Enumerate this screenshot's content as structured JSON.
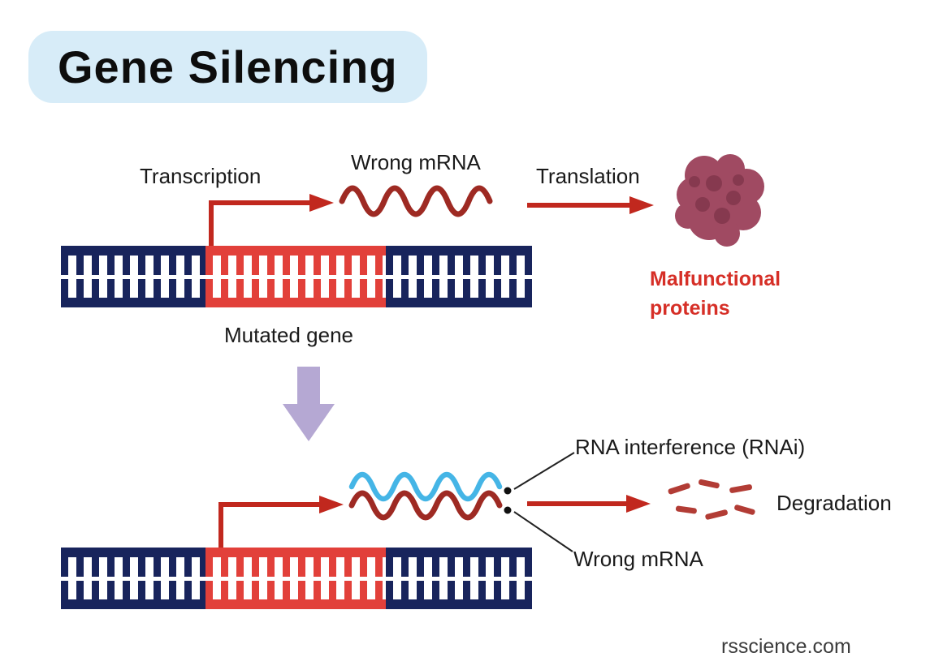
{
  "title": "Gene Silencing",
  "top_pathway": {
    "transcription": "Transcription",
    "wrong_mrna": "Wrong mRNA",
    "translation": "Translation",
    "malfunctional_proteins": "Malfunctional proteins",
    "mutated_gene": "Mutated gene"
  },
  "silencing_pathway": {
    "rna_interference": "RNA interference (RNAi)",
    "wrong_mrna": "Wrong mRNA",
    "degradation": "Degradation"
  },
  "watermark": "rsscience.com",
  "colors": {
    "title-bg": "#d7ecf8",
    "dna-navy": "#18245c",
    "gene-red": "#e2403a",
    "arrow-red": "#c1281e",
    "mrna-red": "#9e2a23",
    "rnai-blue": "#45b5e6",
    "purple-arrow": "#b5a8d3",
    "protein-base": "#a04a62",
    "protein-dark": "#86394f",
    "malfunction-red": "#d62f27",
    "fragment-red": "#b23c35"
  }
}
